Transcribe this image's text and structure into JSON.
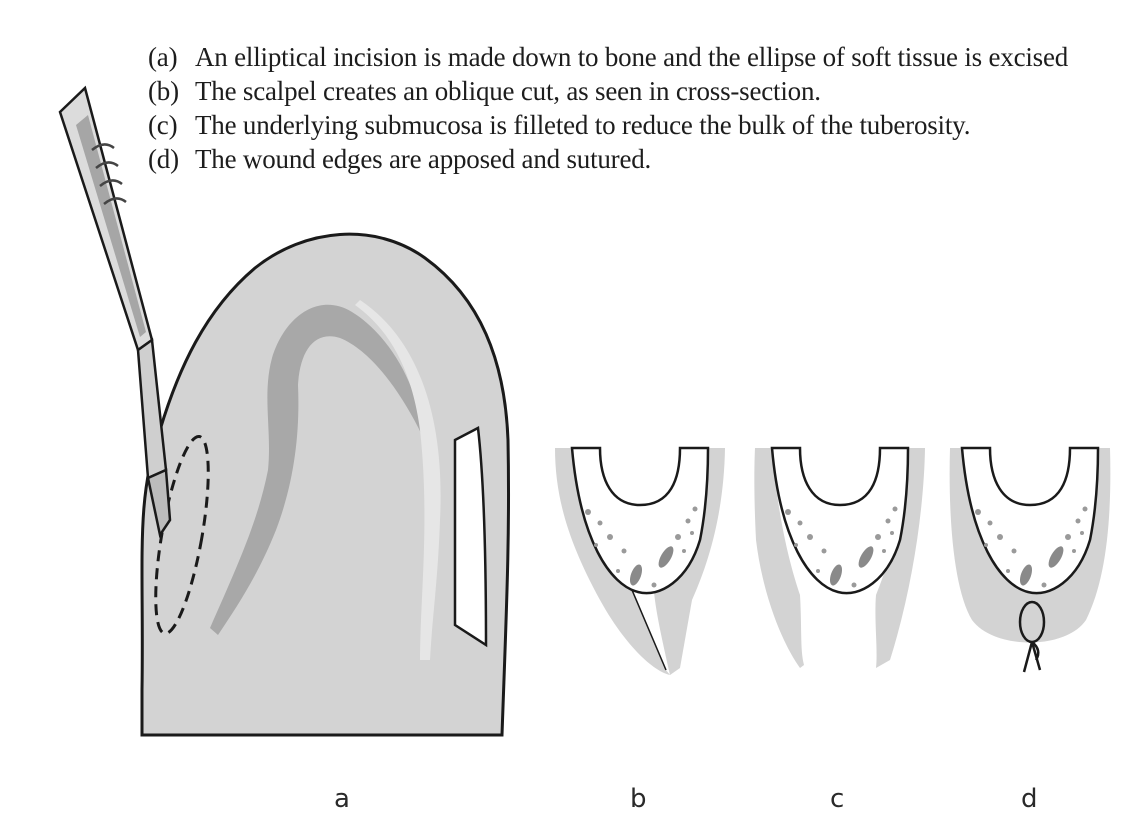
{
  "captions": [
    {
      "letter": "(a)",
      "text": "An elliptical incision is made down to bone and the ellipse of soft tissue is excised"
    },
    {
      "letter": "(b)",
      "text": "The scalpel creates an oblique cut, as seen in cross-section."
    },
    {
      "letter": "(c)",
      "text": "The underlying submucosa is filleted to reduce the bulk of the tuberosity."
    },
    {
      "letter": "(d)",
      "text": "The wound edges are apposed and sutured."
    }
  ],
  "figure_labels": {
    "a": "a",
    "b": "b",
    "c": "c",
    "d": "d"
  },
  "colors": {
    "tissue": "#d3d3d3",
    "gingiva": "#bdbdbd",
    "ridge": "#a8a8a8",
    "outline": "#1a1a1a",
    "bone": "#ffffff"
  }
}
